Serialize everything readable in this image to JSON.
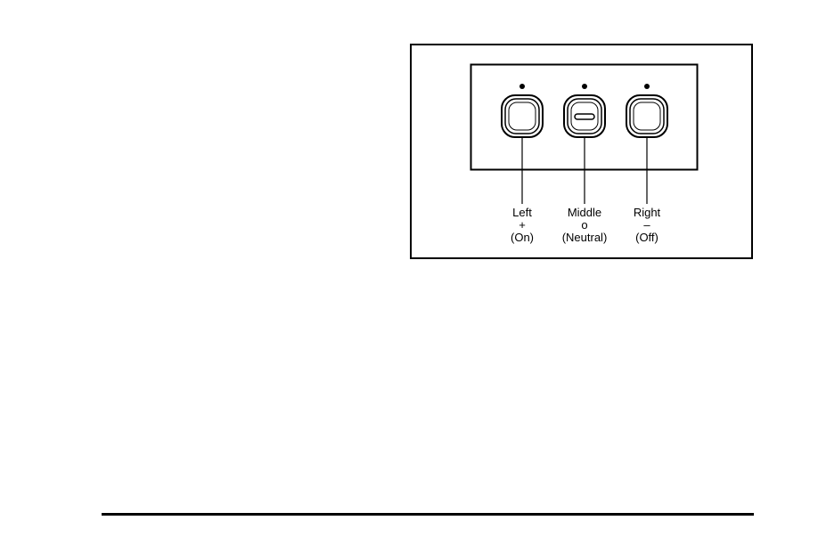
{
  "switches": [
    {
      "id": "left",
      "lines": [
        "Left",
        "+",
        "(On)"
      ]
    },
    {
      "id": "middle",
      "lines": [
        "Middle",
        "o",
        "(Neutral)"
      ]
    },
    {
      "id": "right",
      "lines": [
        "Right",
        "–",
        "(Off)"
      ]
    }
  ]
}
